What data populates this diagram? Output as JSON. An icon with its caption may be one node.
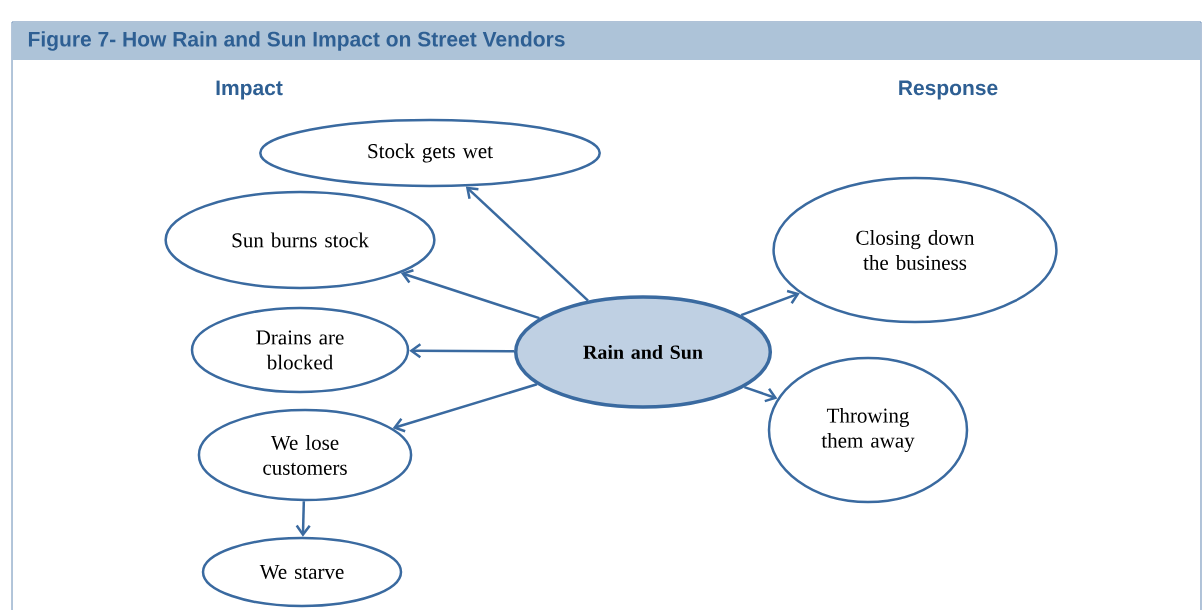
{
  "diagram": {
    "title": "Figure 7- How Rain and Sun Impact on Street Vendors",
    "nodes": [
      {
        "text": [
          "Rain and Sun"
        ]
      },
      {
        "text": [
          "Stock gets wet"
        ]
      },
      {
        "text": [
          "Sun burns stock"
        ]
      },
      {
        "text": [
          "Drains are blocked"
        ]
      },
      {
        "text": [
          "We lose customers"
        ]
      },
      {
        "text": [
          "We starve"
        ]
      },
      {
        "text": [
          "Closing down the business"
        ]
      },
      {
        "text": [
          "Throwing them away"
        ]
      }
    ],
    "edges": [
      {
        "from": 0,
        "to": 1,
        "arrow": "to"
      },
      {
        "from": 0,
        "to": 2,
        "arrow": "to"
      },
      {
        "from": 0,
        "to": 3,
        "arrow": "to"
      },
      {
        "from": 0,
        "to": 4,
        "arrow": "to"
      },
      {
        "from": 4,
        "to": 5,
        "arrow": "to"
      },
      {
        "from": 0,
        "to": 6,
        "arrow": "to"
      },
      {
        "from": 0,
        "to": 7,
        "arrow": "to"
      }
    ],
    "labels": [
      "Impact",
      "Response"
    ]
  }
}
